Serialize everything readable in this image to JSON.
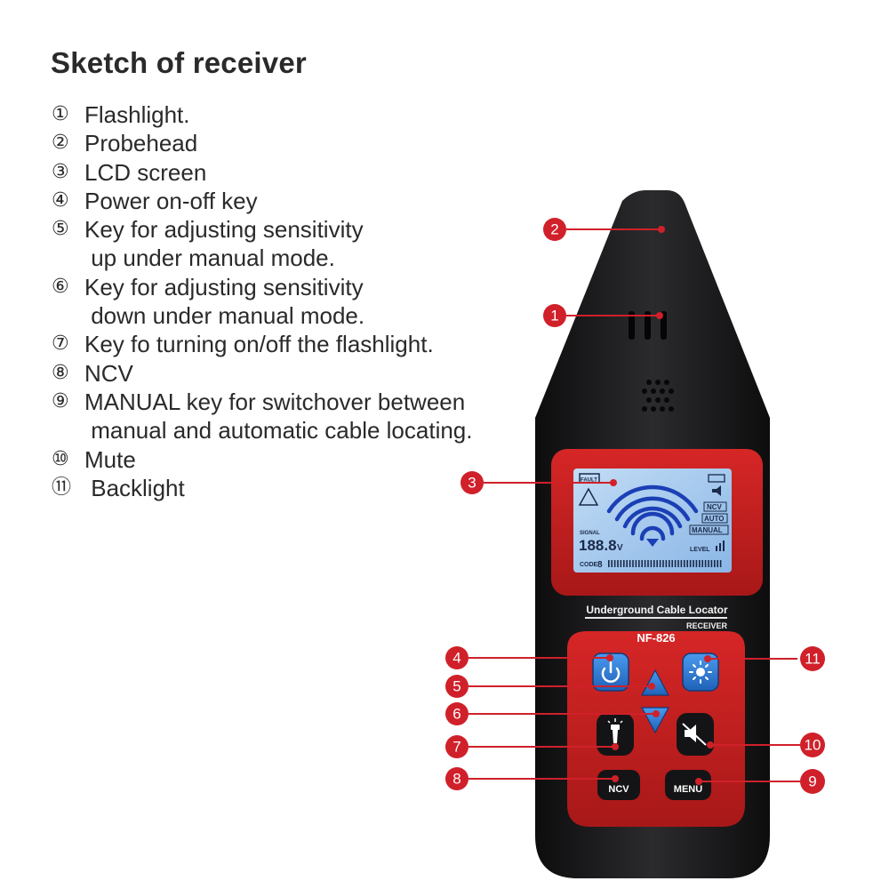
{
  "title": "Sketch of receiver",
  "legend": [
    {
      "num": "①",
      "lines": [
        "Flashlight."
      ]
    },
    {
      "num": "②",
      "lines": [
        "Probehead"
      ]
    },
    {
      "num": "③",
      "lines": [
        "LCD screen"
      ]
    },
    {
      "num": "④",
      "lines": [
        "Power on-off key"
      ]
    },
    {
      "num": "⑤",
      "lines": [
        "Key for adjusting sensitivity",
        " up under manual mode."
      ]
    },
    {
      "num": "⑥",
      "lines": [
        "Key for adjusting sensitivity",
        " down under manual mode."
      ]
    },
    {
      "num": "⑦",
      "lines": [
        "Key fo turning on/off the flashlight."
      ]
    },
    {
      "num": "⑧",
      "lines": [
        "NCV"
      ]
    },
    {
      "num": "⑨",
      "lines": [
        "MANUAL key for switchover between",
        " manual and automatic cable locating."
      ]
    },
    {
      "num": "⑩",
      "lines": [
        "Mute"
      ]
    },
    {
      "num": "⑪",
      "lines": [
        " Backlight"
      ]
    }
  ],
  "device": {
    "brand_line": "Underground Cable Locator",
    "receiver_label": "RECEIVER",
    "model": "NF-826",
    "ncv_button": "NCV",
    "menu_button": "MENU",
    "lcd": {
      "signal_label": "SIGNAL",
      "digits": "188.8",
      "unit": "V",
      "code_label": "CODE",
      "code_digit": "8",
      "ncv_tag": "NCV",
      "auto_tag": "AUTO",
      "manual_tag": "MANUAL",
      "level_label": "LEVEL",
      "fault_label": "FAULT"
    }
  },
  "callouts": {
    "c1": "1",
    "c2": "2",
    "c3": "3",
    "c4": "4",
    "c5": "5",
    "c6": "6",
    "c7": "7",
    "c8": "8",
    "c9": "9",
    "c10": "10",
    "c11": "11"
  },
  "colors": {
    "body": "#1c1c1e",
    "accent_red": "#c81f1f",
    "lcd_blue": "#9fc6ee",
    "button_blue": "#2f7fd8",
    "callout_red": "#d0202a"
  }
}
